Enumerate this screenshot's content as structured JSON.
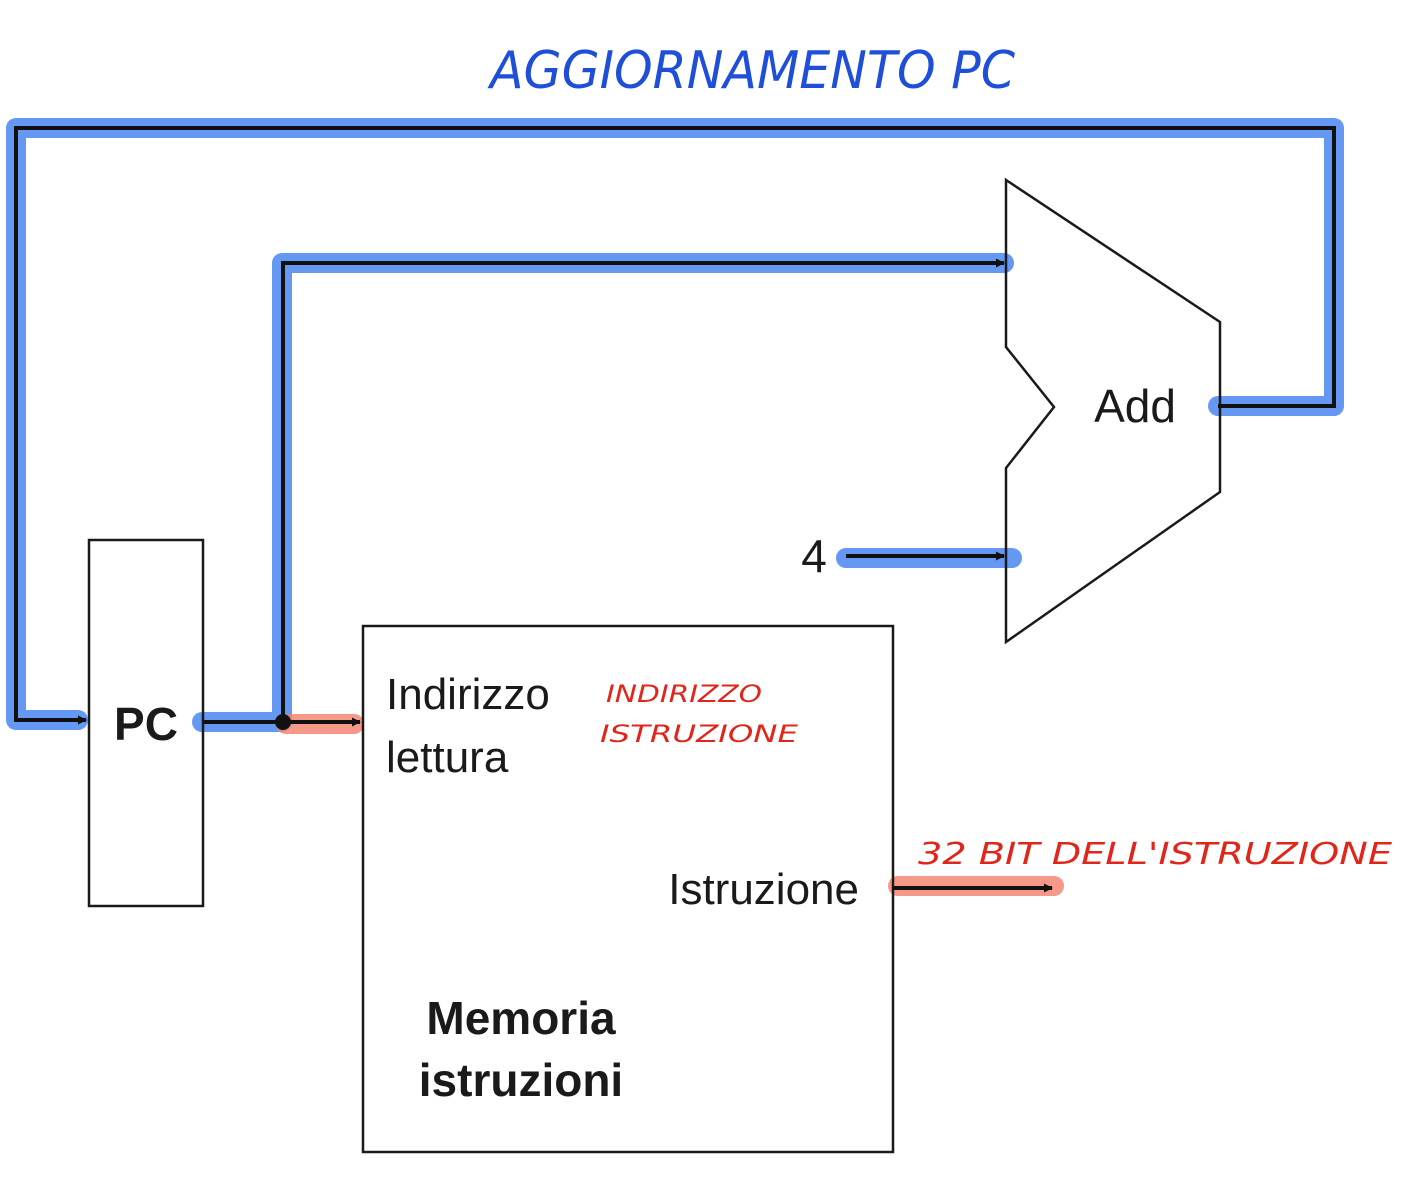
{
  "annotations": {
    "title": "AGGIORNAMENTO PC",
    "address_note_line1": "INDIRIZZO",
    "address_note_line2": "ISTRUZIONE",
    "output_note": "32 BIT  DELL'ISTRUZIONE"
  },
  "components": {
    "pc_label": "PC",
    "adder_label": "Add",
    "constant_label": "4",
    "memory_input_line1": "Indirizzo",
    "memory_input_line2": "lettura",
    "memory_output_label": "Istruzione",
    "memory_title_line1": "Memoria",
    "memory_title_line2": "istruzioni"
  },
  "colors": {
    "highlight_blue": "#4a86f0",
    "highlight_red": "#f4806a",
    "annotation_blue": "#1f4fd8",
    "annotation_red": "#e0261a",
    "wire": "#111111"
  }
}
